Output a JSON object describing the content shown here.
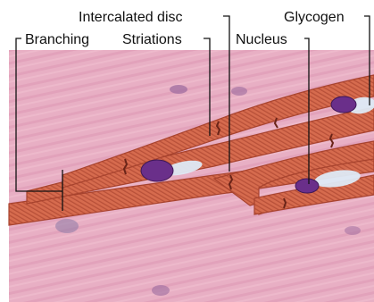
{
  "labels": {
    "intercalated_disc": "Intercalated disc",
    "glycogen": "Glycogen",
    "branching": "Branching",
    "striations": "Striations",
    "nucleus": "Nucleus"
  },
  "colors": {
    "background_tissue": "#e9b3c6",
    "background_stripe": "#d88fae",
    "fiber_fill": "#d66b4e",
    "fiber_edge": "#a8432e",
    "fiber_striation": "#b04a33",
    "intercalated_disc": "#6a2418",
    "nucleus": "#6a2f8a",
    "glycogen": "#dfeaf6",
    "leader_line": "#111111"
  }
}
